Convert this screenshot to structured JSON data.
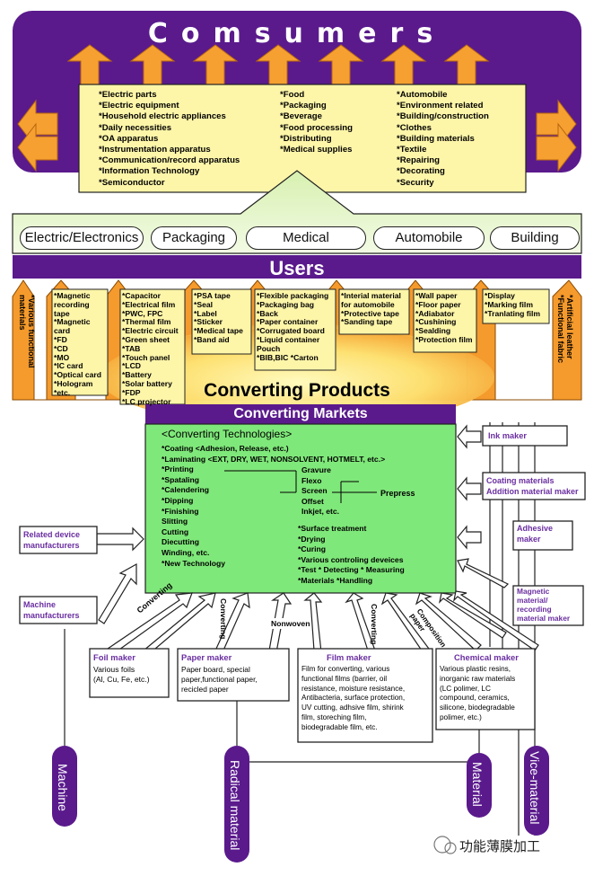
{
  "consumers": {
    "title": "Comsumers",
    "col1": "*Electric parts\n*Electric equipment\n*Household electric appliances\n*Daily necessities\n*OA apparatus\n*Instrumentation apparatus\n*Communication/record apparatus\n*Information Technology\n*Semiconductor",
    "col2": "*Food\n*Packaging\n*Beverage\n*Food processing\n*Distributing\n*Medical supplies",
    "col3": "*Automobile\n*Environment related\n*Building/construction\n*Clothes\n*Building materials\n*Textile\n*Repairing\n*Decorating\n*Security"
  },
  "sectors": [
    "Electric/Electronics",
    "Packaging",
    "Medical",
    "Automobile",
    "Building"
  ],
  "users": {
    "title": "Users",
    "vertical_left": "*Various functional materials",
    "vertical_right": "*Artificial leather\n*Functional fabric",
    "columns": [
      "*Magnetic\n  recording\n  tape\n*Magnetic\n  card\n*FD\n*CD\n*MO\n*IC card\n*Optical card\n*Hologram\n*etc.",
      "*Capacitor\n*Electrical film\n*PWC, FPC\n*Thermal film\n*Electric circuit\n*Green sheet\n*TAB\n*Touch panel\n*LCD\n*Battery\n*Solar battery\n*FDP\n*LC projector",
      "*PSA tape\n*Seal\n*Label\n*Sticker\n*Medical tape\n*Band aid",
      "*Flexible packaging\n*Packaging bag\n*Back\n*Paper container\n*Corrugated board\n*Liquid container\n  Pouch\n*BIB,BIC *Carton",
      "*Interial material\n  for automobile\n*Protective tape\n*Sanding tape",
      "*Wall paper\n*Floor paper\n*Adiabator\n*Cushining\n*Sealding\n*Protection film",
      "*Display\n*Marking film\n*Tranlating film"
    ]
  },
  "converting": {
    "products_title": "Converting Products",
    "markets_title": "Converting Markets",
    "tech_title": "<Converting Technologies>",
    "tech_left": "*Coating <Adhesion, Release, etc.)\n*Laminating <EXT, DRY, WET, NONSOLVENT, HOTMELT, etc.>\n*Printing\n*Spataling\n*Calendering\n*Dipping\n*Finishing\n    Slitting\n    Cutting\n    Diecutting\n    Winding, etc.\n*New Technology",
    "print_methods": "Gravure\nFlexo\nScreen\nOffset\nInkjet, etc.",
    "press": "Prepress",
    "tech_right": "*Surface treatment\n*Drying\n*Curing\n*Various controling deveices\n*Test  * Detecting  * Measuring\n*Materials  *Handling"
  },
  "makers_right": [
    "Ink maker",
    "Coating materials\nAddition material maker",
    "Adhesive\nmaker",
    "Magnetic\nmaterial/\nrecording\nmaterial maker"
  ],
  "makers_left": [
    "Related device\nmanufacturers",
    "Machine\nmanufacturers"
  ],
  "flow_labels": [
    "Converting",
    "Converting",
    "Nonwoven",
    "Converting",
    "Composition\npaper"
  ],
  "makers_bottom": [
    {
      "title": "Foil maker",
      "desc": "Various foils\n(Al, Cu, Fe, etc.)"
    },
    {
      "title": "Paper maker",
      "desc": "Paper board, special\npaper,functional paper,\nrecicled paper"
    },
    {
      "title": "Film maker",
      "desc": "Film for converting, various\nfunctional films (barrier, oil\nresistance, moisture resistance,\nAntibacteria, surface protection,\nUV cutting, adhsive film, shirink\nfilm, storeching film,\nbiodegradable film, etc."
    },
    {
      "title": "Chemical maker",
      "desc": "Various plastic resins,\ninorganic raw materials\n(LC polimer, LC\ncompound, ceramics,\nsilicone, biodegradable\npolimer, etc.)"
    }
  ],
  "bottom_labels": [
    "Machine",
    "Radical material",
    "Material",
    "Vice-material"
  ],
  "watermark": "功能薄膜加工",
  "colors": {
    "purple": "#5a1a8c",
    "arrow_orange": "#f5a030",
    "cream": "#fdf5a8",
    "green_band": "#e6f5c8",
    "green_box": "#7fe87a"
  }
}
